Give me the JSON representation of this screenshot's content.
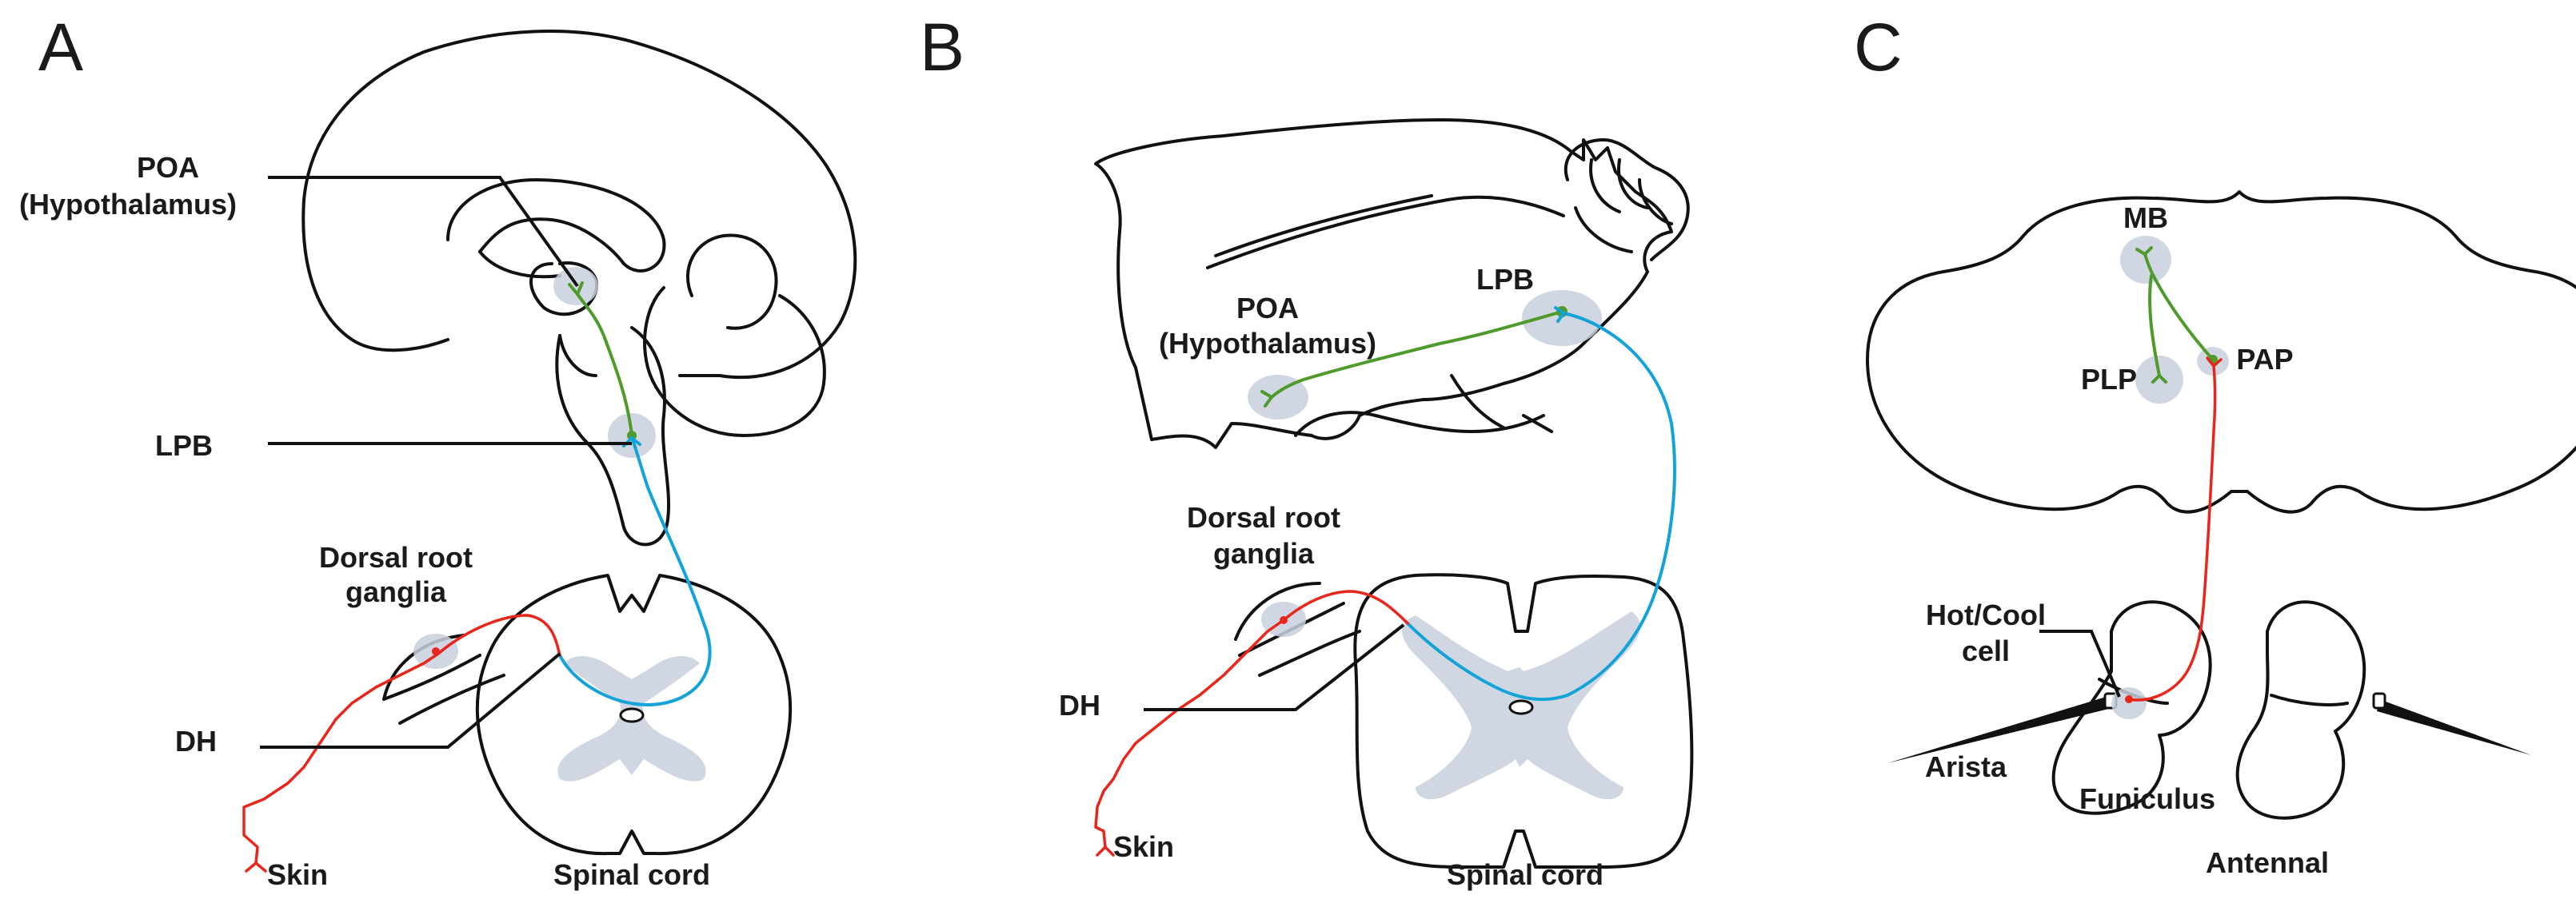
{
  "panel_a": {
    "letter": "A",
    "labels": {
      "poa_line1": "POA",
      "poa_line2": "(Hypothalamus)",
      "lpb": "LPB",
      "drg_line1": "Dorsal root",
      "drg_line2": "ganglia",
      "dh": "DH",
      "skin": "Skin",
      "spinal_cord": "Spinal cord"
    }
  },
  "panel_b": {
    "letter": "B",
    "labels": {
      "poa_line1": "POA",
      "poa_line2": "(Hypothalamus)",
      "lpb": "LPB",
      "drg_line1": "Dorsal root",
      "drg_line2": "ganglia",
      "dh": "DH",
      "skin": "Skin",
      "spinal_cord": "Spinal cord"
    }
  },
  "panel_c": {
    "letter": "C",
    "labels": {
      "mb": "MB",
      "plp": "PLP",
      "pap": "PAP",
      "hotcool_line1": "Hot/Cool",
      "hotcool_line2": "cell",
      "arista": "Arista",
      "funiculus": "Funiculus",
      "antennal": "Antennal"
    }
  },
  "colors": {
    "second_order_neuron": "#4e9a2a",
    "spinal_projection_neuron": "#14a3d8",
    "sensory_neuron": "#e8261c",
    "target_region": "#c8cfdd"
  }
}
